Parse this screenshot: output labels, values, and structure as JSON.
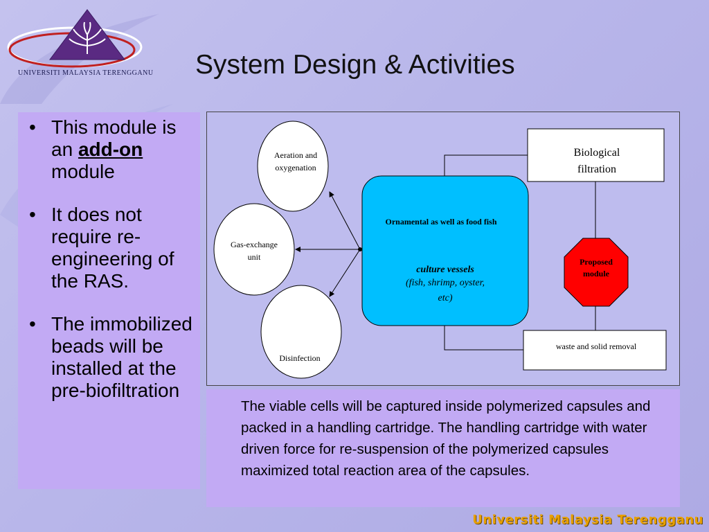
{
  "slide": {
    "title": "System Design & Activities",
    "logo_text": "UNIVERSITI MALAYSIA TERENGGANU",
    "footer_text": "Universiti Malaysia Terengganu"
  },
  "bullets": [
    {
      "pre": "This module is an ",
      "bold": "add-on",
      "post": " module"
    },
    {
      "pre": "It does not require re-engineering of the RAS.",
      "bold": "",
      "post": ""
    },
    {
      "pre": "The immobilized beads will be installed at the pre-biofiltration",
      "bold": "",
      "post": ""
    }
  ],
  "diagram": {
    "aeration": [
      "Aeration and",
      "oxygenation"
    ],
    "gas_exchange": [
      "Gas-exchange",
      "unit"
    ],
    "disinfection": "Disinfection",
    "center_title": "Ornamental as well as food fish",
    "center_sub1": "culture vessels",
    "center_sub2": "(fish, shrimp, oyster,",
    "center_sub3": "etc)",
    "bio": [
      "Biological",
      "filtration"
    ],
    "proposed": [
      "Proposed",
      "module"
    ],
    "waste": "waste and solid removal",
    "colors": {
      "center": "#00bfff",
      "proposed": "#ff0000"
    }
  },
  "description": "The viable cells will be captured inside polymerized capsules and packed in a handling cartridge. The handling cartridge with water driven force for re-suspension of the polymerized capsules maximized total reaction area of the capsules."
}
